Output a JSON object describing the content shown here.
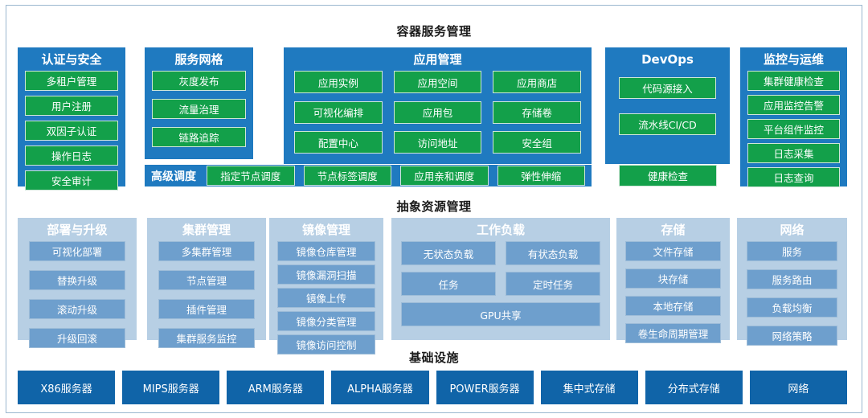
{
  "diagram": {
    "layers": [
      {
        "id": "container-service",
        "title": "容器服务管理",
        "panels": [
          {
            "id": "auth-security",
            "head": "认证与安全",
            "items": [
              "多租户管理",
              "用户注册",
              "双因子认证",
              "操作日志",
              "安全审计"
            ]
          },
          {
            "id": "service-mesh",
            "head": "服务网格",
            "items": [
              "灰度发布",
              "流量治理",
              "链路追踪"
            ]
          },
          {
            "id": "application-management",
            "head": "应用管理",
            "items": [
              "应用实例",
              "应用空间",
              "应用商店",
              "可视化编排",
              "应用包",
              "存储卷",
              "配置中心",
              "访问地址",
              "安全组"
            ]
          },
          {
            "id": "devops",
            "head": "DevOps",
            "items": [
              "代码源接入",
              "流水线CI/CD"
            ]
          },
          {
            "id": "monitor-ops",
            "head": "监控与运维",
            "items": [
              "集群健康检查",
              "应用监控告警",
              "平台组件监控",
              "日志采集",
              "日志查询"
            ]
          }
        ],
        "scheduling": {
          "label": "高级调度",
          "items": [
            "指定节点调度",
            "节点标签调度",
            "应用亲和调度",
            "弹性伸缩",
            "健康检查"
          ]
        }
      },
      {
        "id": "abstract-resource",
        "title": "抽象资源管理",
        "panels": [
          {
            "id": "deploy-upgrade",
            "head": "部署与升级",
            "items": [
              "可视化部署",
              "替换升级",
              "滚动升级",
              "升级回滚"
            ]
          },
          {
            "id": "cluster-management",
            "head": "集群管理",
            "items": [
              "多集群管理",
              "节点管理",
              "插件管理",
              "集群服务监控"
            ]
          },
          {
            "id": "image-management",
            "head": "镜像管理",
            "items": [
              "镜像仓库管理",
              "镜像漏洞扫描",
              "镜像上传",
              "镜像分类管理",
              "镜像访问控制"
            ]
          },
          {
            "id": "workload",
            "head": "工作负载",
            "row1": [
              "无状态负载",
              "有状态负载"
            ],
            "row2": [
              "任务",
              "定时任务"
            ],
            "row3": [
              "GPU共享"
            ]
          },
          {
            "id": "storage",
            "head": "存储",
            "items": [
              "文件存储",
              "块存储",
              "本地存储",
              "卷生命周期管理"
            ]
          },
          {
            "id": "network",
            "head": "网络",
            "items": [
              "服务",
              "服务路由",
              "负载均衡",
              "网络策略"
            ]
          }
        ]
      },
      {
        "id": "infrastructure",
        "title": "基础设施",
        "items": [
          "X86服务器",
          "MIPS服务器",
          "ARM服务器",
          "ALPHA服务器",
          "POWER服务器",
          "集中式存储",
          "分布式存储",
          "网络"
        ]
      }
    ]
  },
  "colors": {
    "panel_blue": "#1f7ac0",
    "chip_green": "#13a04a",
    "panel_light_blue": "#b7cfe4",
    "chip_steel": "#6e9fcd",
    "chip_dark_blue": "#1064a8",
    "frame_border": "#9bb7cf",
    "title_text": "#1a1a1a"
  }
}
